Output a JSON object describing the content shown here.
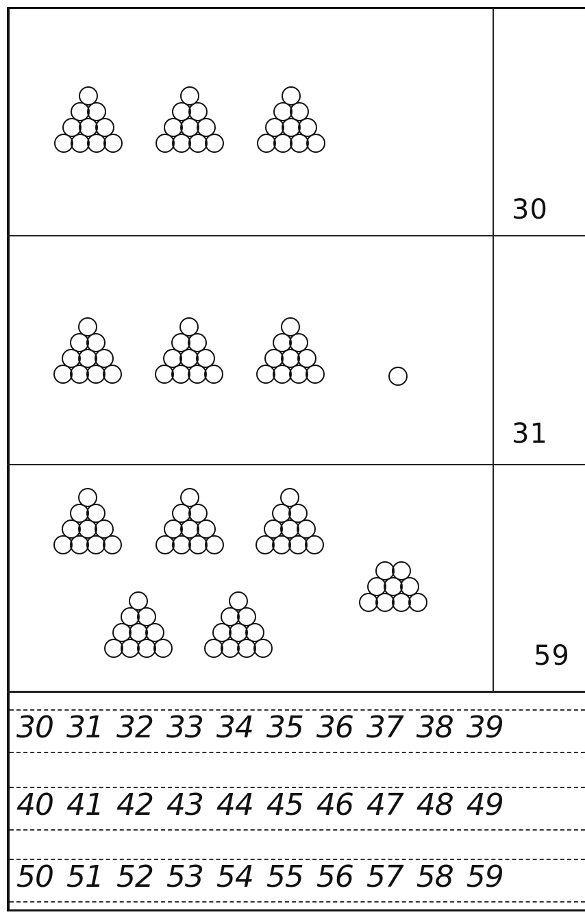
{
  "panels": [
    {
      "answer": "30",
      "groups_of_ten": 3,
      "ones": 0
    },
    {
      "answer": "31",
      "groups_of_ten": 3,
      "ones": 1
    },
    {
      "answer": "59",
      "groups_of_ten": 5,
      "ones": 9
    }
  ],
  "practice_rows": [
    "30 31 32 33 34 35 36 37 38 39",
    "40 41 42 43 44 45 46 47 48 49",
    "50 51 52 53 54 55 56 57 58 59"
  ]
}
